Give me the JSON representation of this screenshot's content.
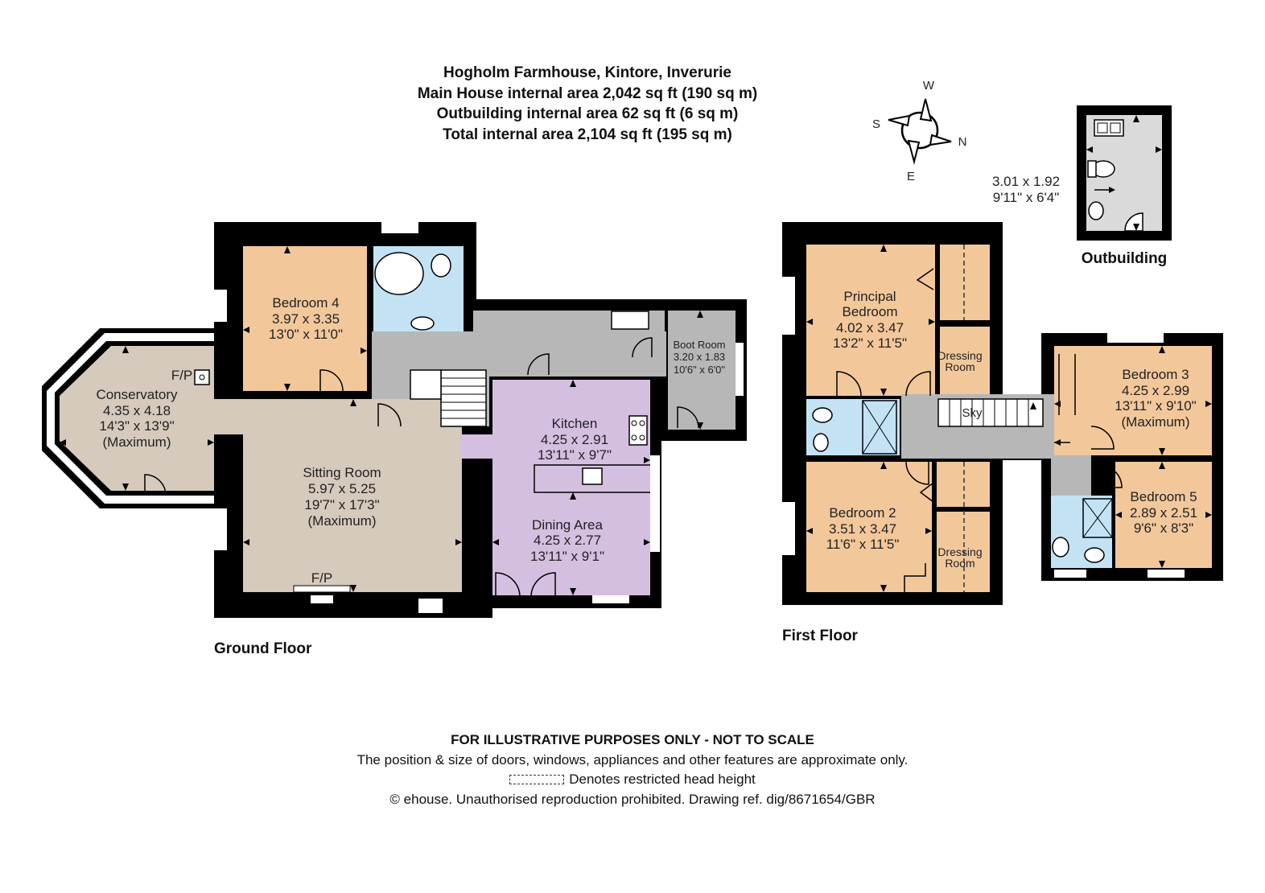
{
  "header": {
    "property": "Hogholm Farmhouse, Kintore, Inverurie",
    "main_area": "Main House internal area 2,042 sq ft (190 sq m)",
    "outbuilding_area": "Outbuilding internal area 62 sq ft (6 sq m)",
    "total_area": "Total internal area 2,104 sq ft (195 sq m)"
  },
  "compass": {
    "w": "W",
    "s": "S",
    "n": "N",
    "e": "E"
  },
  "colors": {
    "wall": "#000000",
    "bedroom": "#f2c89b",
    "bathroom": "#c3e3f5",
    "kitchen_dining": "#d5bfe0",
    "living": "#d5cabc",
    "circulation": "#b7b7b7",
    "outbuilding": "#dadada"
  },
  "floors": {
    "ground": "Ground Floor",
    "first": "First Floor",
    "outbuilding": "Outbuilding"
  },
  "rooms": {
    "bedroom4": {
      "name": "Bedroom 4",
      "metric": "3.97 x 3.35",
      "imperial": "13'0\" x 11'0\""
    },
    "conservatory": {
      "fp": "F/P",
      "name": "Conservatory",
      "metric": "4.35 x 4.18",
      "imperial": "14'3\" x 13'9\"",
      "note": "(Maximum)"
    },
    "sitting": {
      "name": "Sitting Room",
      "metric": "5.97 x 5.25",
      "imperial": "19'7\" x 17'3\"",
      "note": "(Maximum)",
      "fp": "F/P"
    },
    "kitchen": {
      "name": "Kitchen",
      "metric": "4.25 x 2.91",
      "imperial": "13'11\" x 9'7\""
    },
    "dining": {
      "name": "Dining Area",
      "metric": "4.25 x 2.77",
      "imperial": "13'11\" x 9'1\""
    },
    "boot": {
      "name": "Boot Room",
      "metric": "3.20 x 1.83",
      "imperial": "10'6\" x 6'0\""
    },
    "principal": {
      "name1": "Principal",
      "name2": "Bedroom",
      "metric": "4.02 x 3.47",
      "imperial": "13'2\" x 11'5\""
    },
    "dressing1": {
      "name1": "Dressing",
      "name2": "Room"
    },
    "dressing2": {
      "name1": "Dressing",
      "name2": "Room"
    },
    "bedroom2": {
      "name": "Bedroom 2",
      "metric": "3.51 x 3.47",
      "imperial": "11'6\" x 11'5\""
    },
    "bedroom3": {
      "name": "Bedroom 3",
      "metric": "4.25 x 2.99",
      "imperial": "13'11\" x 9'10\"",
      "note": "(Maximum)"
    },
    "bedroom5": {
      "name": "Bedroom 5",
      "metric": "2.89 x 2.51",
      "imperial": "9'6\" x 8'3\""
    },
    "sky": "Sky",
    "outbuilding": {
      "metric": "3.01 x 1.92",
      "imperial": "9'11\" x 6'4\""
    }
  },
  "footer": {
    "disclaimer": "FOR ILLUSTRATIVE PURPOSES ONLY - NOT TO SCALE",
    "note": "The position & size of doors, windows, appliances and other features are approximate only.",
    "legend": "Denotes restricted head height",
    "copyright": "© ehouse. Unauthorised reproduction prohibited. Drawing ref. dig/8671654/GBR"
  }
}
